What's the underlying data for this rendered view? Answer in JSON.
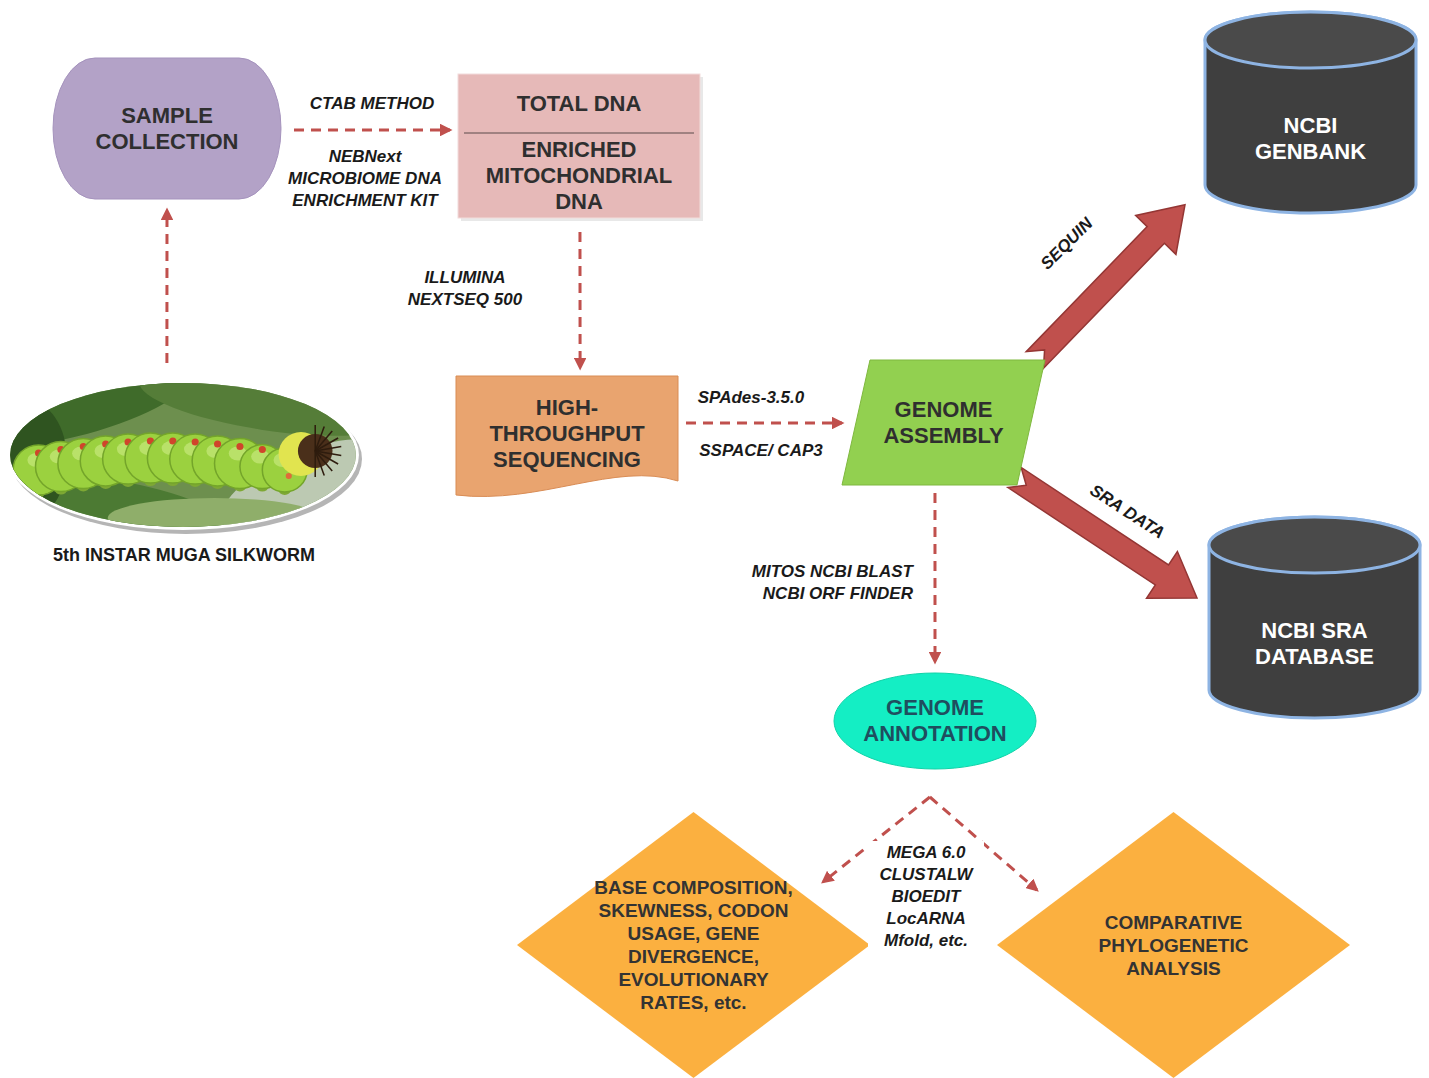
{
  "diagram": {
    "nodes": [
      {
        "text": [
          "SAMPLE COLLECTION"
        ]
      },
      {
        "text": [
          "TOTAL DNA",
          "ENRICHED MITOCHONDRIAL DNA"
        ]
      },
      {
        "text": [
          "NCBI GENBANK"
        ]
      },
      {
        "text": [
          "HIGH- THROUGHPUT SEQUENCING"
        ]
      },
      {
        "text": [
          "5th INSTAR MUGA SILKWORM"
        ]
      },
      {
        "text": [
          "GENOME ASSEMBLY"
        ]
      },
      {
        "text": [
          "NCBI SRA DATABASE"
        ]
      },
      {
        "text": [
          "GENOME ANNOTATION"
        ]
      },
      {
        "text": [
          "BASE COMPOSITION, SKEWNESS, CODON USAGE, GENE DIVERGENCE, EVOLUTIONARY RATES, etc."
        ]
      },
      {
        "text": [
          "COMPARATIVE PHYLOGENETIC ANALYSIS"
        ]
      }
    ],
    "edges": [
      {
        "from": 4,
        "to": 0,
        "arrow": "to"
      },
      {
        "from": 0,
        "to": 1,
        "label": "CTAB METHOD",
        "arrow": "to"
      },
      {
        "from": 1,
        "to": 3,
        "label": "ILLUMINA NEXTSEQ 500",
        "arrow": "to"
      },
      {
        "from": 3,
        "to": 5,
        "label": "SPAdes-3.5.0",
        "arrow": "to"
      },
      {
        "from": 5,
        "to": 2,
        "label": "SEQUIN",
        "arrow": "to"
      },
      {
        "from": 5,
        "to": 6,
        "label": "SRA DATA",
        "arrow": "to"
      },
      {
        "from": 5,
        "to": 7,
        "label": "MITOS NCBI BLAST NCBI ORF FINDER",
        "arrow": "to"
      },
      {
        "from": 7,
        "to": 8,
        "arrow": "to"
      },
      {
        "from": 7,
        "to": 9,
        "arrow": "to"
      }
    ],
    "labels": [
      "NEBNext MICROBIOME DNA ENRICHMENT KIT",
      "SSPACE/ CAP3",
      "MEGA 6.0 CLUSTALW BIOEDIT LocARNA Mfold, etc."
    ]
  }
}
